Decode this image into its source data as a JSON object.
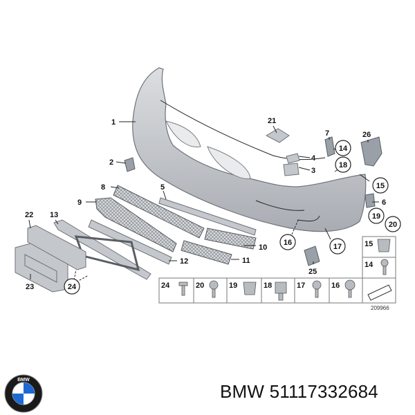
{
  "diagram": {
    "plain_labels": [
      "1",
      "2",
      "3",
      "4",
      "5",
      "6",
      "7",
      "8",
      "9",
      "10",
      "11",
      "12",
      "13",
      "21",
      "22",
      "23",
      "26"
    ],
    "circled_labels": [
      "14",
      "15",
      "16",
      "17",
      "18",
      "19",
      "20",
      "24",
      "25"
    ],
    "fastener_table": {
      "top_cells": [
        "24",
        "20",
        "19",
        "18",
        "17",
        "16"
      ],
      "side_cells": [
        "15",
        "14"
      ]
    },
    "image_code": "209966"
  },
  "brand_logo": {
    "letters": "BMW",
    "colors": {
      "blue": "#1c69d4",
      "black": "#1a1a1a"
    }
  },
  "part_number": "BMW 51117332684"
}
